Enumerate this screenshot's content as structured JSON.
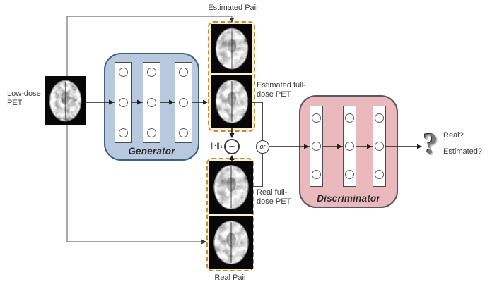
{
  "diagram": {
    "low_dose_pet": {
      "label": "Low-dose\nPET"
    },
    "generator": {
      "label": "Generator"
    },
    "estimated_pair": {
      "label": "Estimated Pair",
      "full_dose_label": "Estimated full-\ndose PET"
    },
    "real_pair": {
      "label": "Real Pair",
      "full_dose_label": "Real full-\ndose PET"
    },
    "l1_norm": {
      "label": "‖·‖₁",
      "minus_sign": "−"
    },
    "or_gate": {
      "label": "or"
    },
    "discriminator": {
      "label": "Discriminator"
    },
    "output": {
      "question_mark": "?",
      "option_real": "Real?",
      "option_estimated": "Estimated?"
    },
    "colors": {
      "generator_fill": "#b8c9de",
      "generator_border": "#41617f",
      "discriminator_fill": "#eab9bd",
      "discriminator_border": "#5b5360",
      "pair_box_fill": "#f7efd8",
      "pair_box_border": "#b8913f",
      "node_border": "#4d4d4d",
      "flow_line": "#1d1d1d",
      "routing_line": "#6e6e6e",
      "text": "#3c3c3c"
    }
  }
}
